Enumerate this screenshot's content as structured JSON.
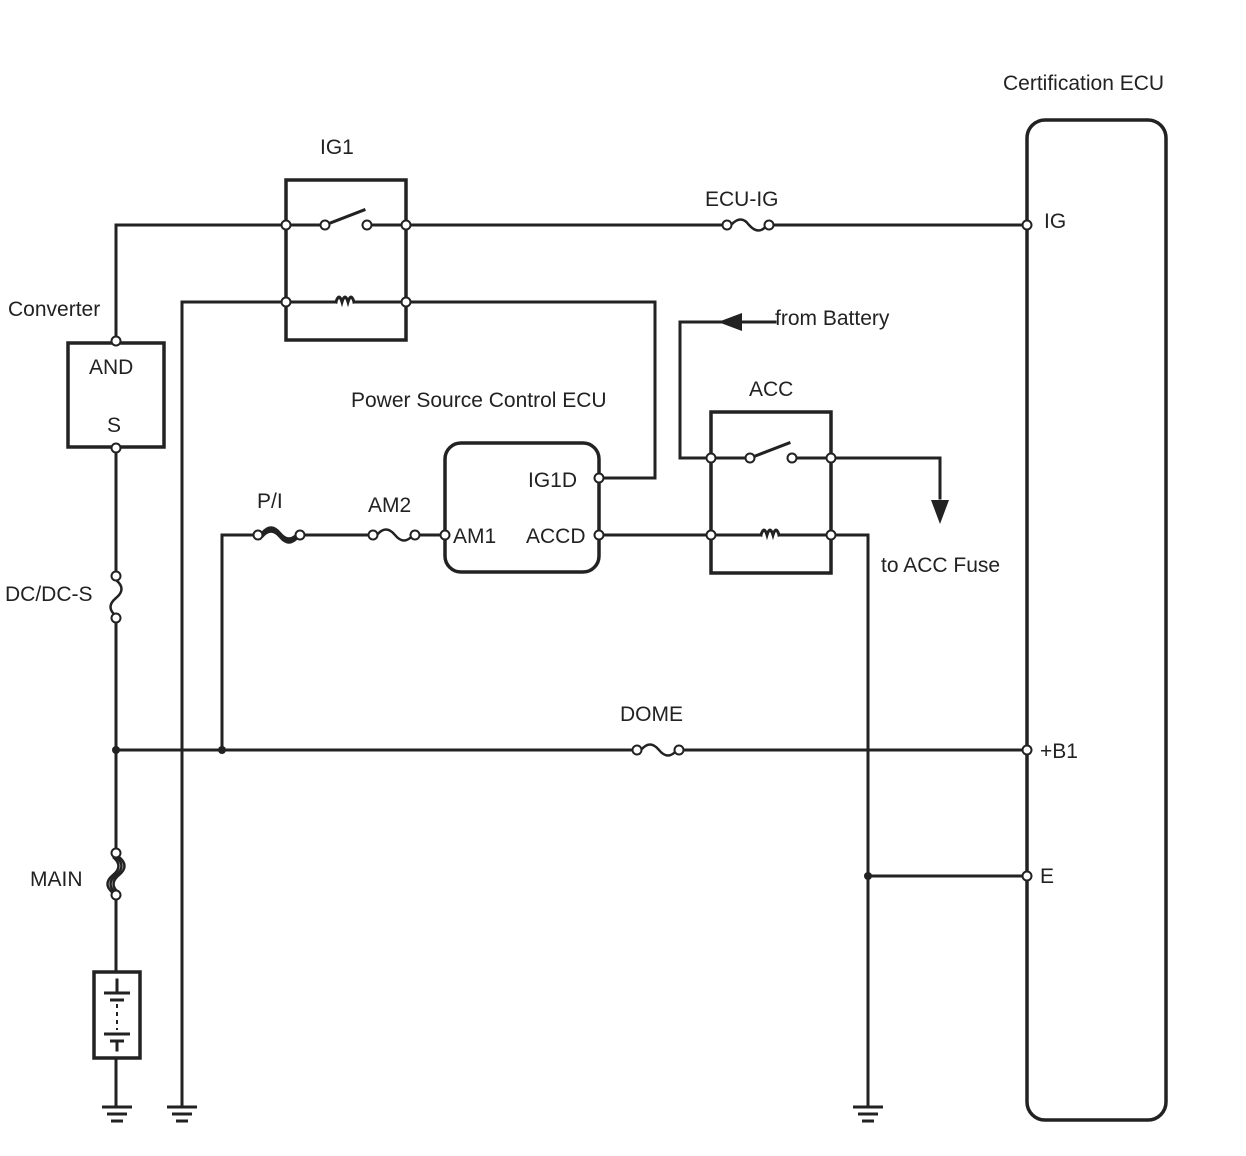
{
  "diagram": {
    "certification_ecu": {
      "title": "Certification ECU",
      "pins": {
        "ig": "IG",
        "b1": "+B1",
        "e": "E"
      }
    },
    "power_source_ecu": {
      "title": "Power Source Control ECU",
      "pins": {
        "ig1d": "IG1D",
        "am1": "AM1",
        "accd": "ACCD"
      }
    },
    "converter": {
      "title": "Converter",
      "pins": {
        "and": "AND",
        "s": "S"
      }
    },
    "relays": {
      "ig1": "IG1",
      "acc": "ACC"
    },
    "fuses": {
      "ecu_ig": "ECU-IG",
      "pi": "P/I",
      "am2": "AM2",
      "dcdc_s": "DC/DC-S",
      "dome": "DOME",
      "main": "MAIN"
    },
    "annotations": {
      "from_battery": "from Battery",
      "to_acc_fuse": "to ACC Fuse"
    }
  }
}
